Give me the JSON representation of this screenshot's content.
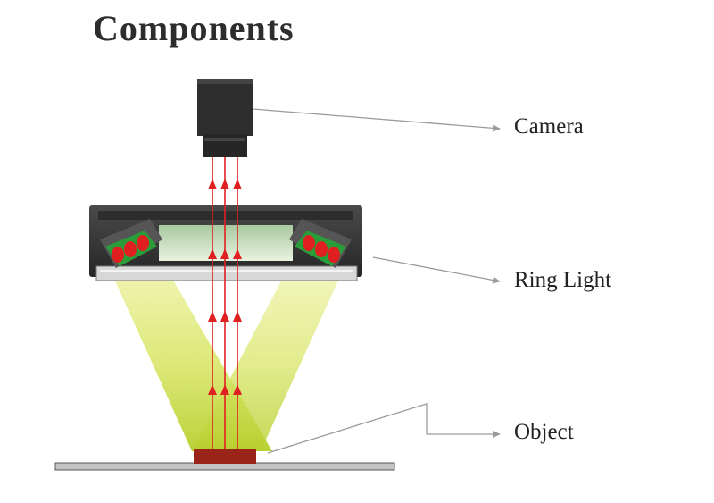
{
  "title": "Components",
  "labels": {
    "camera": "Camera",
    "ring_light": "Ring Light",
    "object": "Object"
  },
  "colors": {
    "light_beam": "#c9dc4a",
    "ray": "#e02020",
    "object": "#9a2418",
    "housing": "#3a3a3a",
    "leader_line": "#9a9a9a"
  }
}
